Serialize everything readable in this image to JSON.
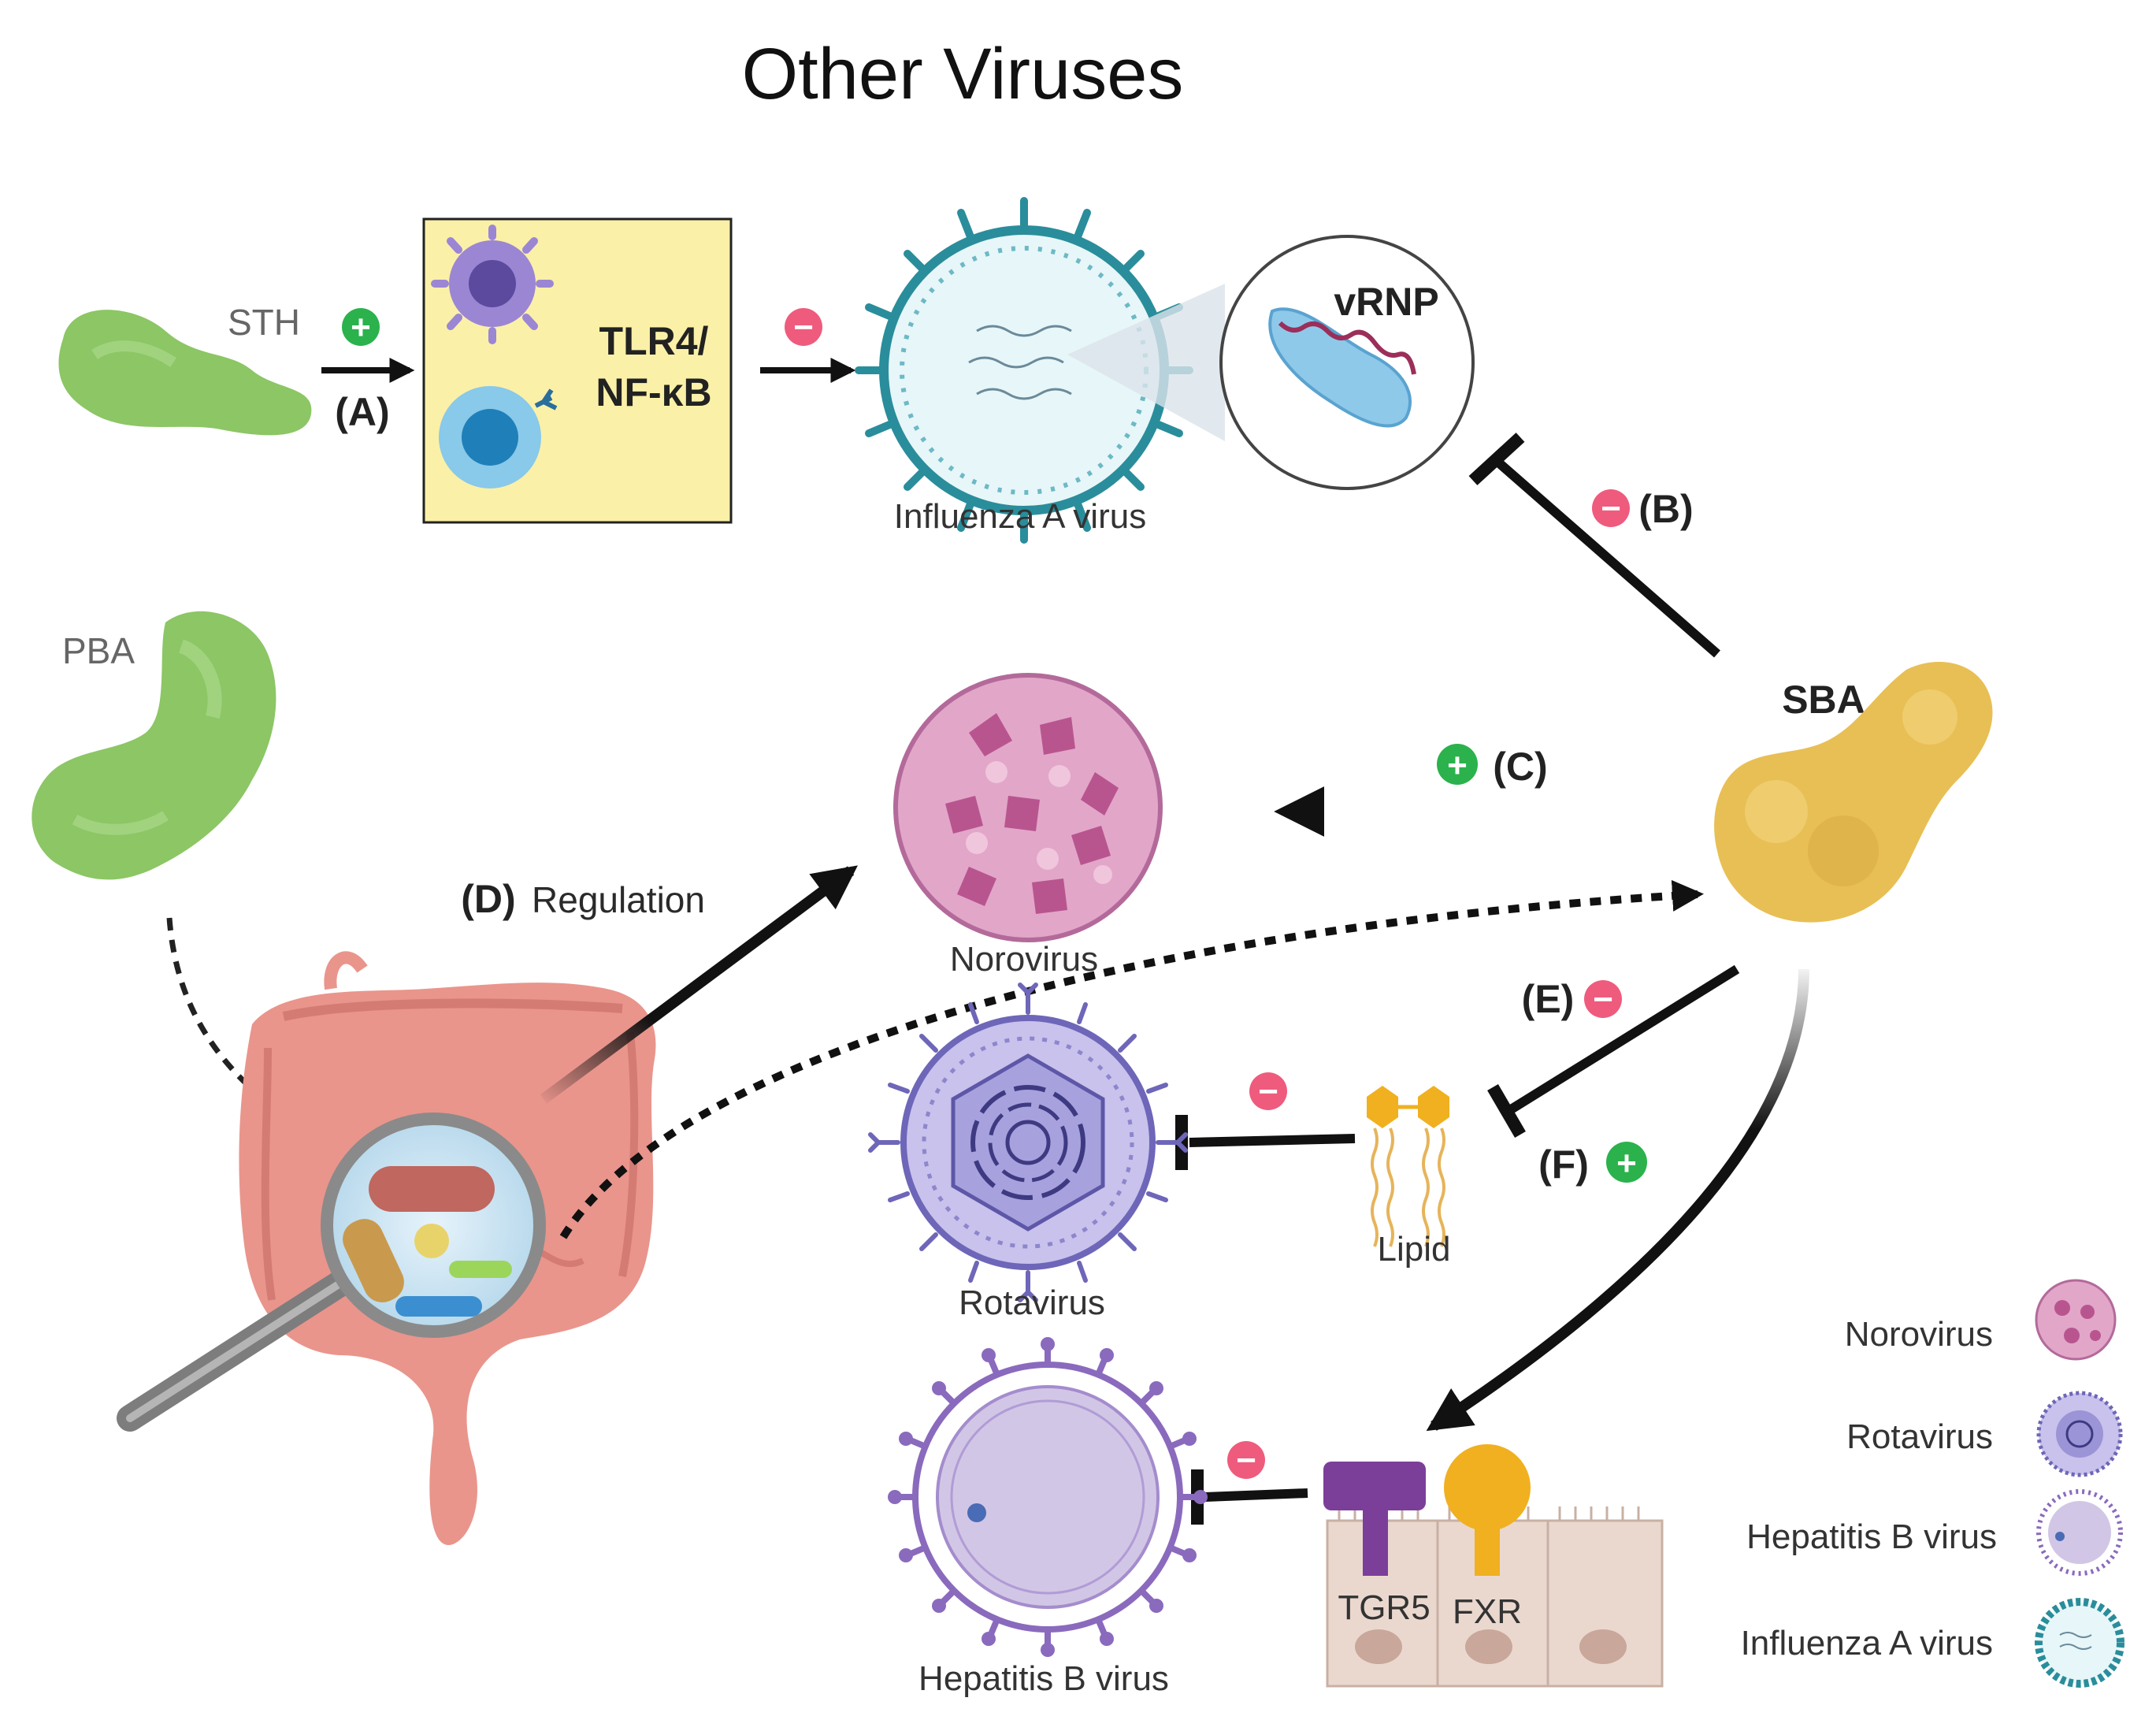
{
  "title": "Other Viruses",
  "labels": {
    "sth": "STH",
    "pba": "PBA",
    "sba": "SBA",
    "tlr4_line1": "TLR4/",
    "tlr4_line2": "NF-κB",
    "vrnp": "vRNP",
    "influenza": "Influenza A virus",
    "norovirus": "Norovirus",
    "rotavirus": "Rotavirus",
    "lipid": "Lipid",
    "hepatitis_b": "Hepatitis B virus",
    "tgr5": "TGR5",
    "fxr": "FXR",
    "regulation": "Regulation"
  },
  "annotations": {
    "a": "(A)",
    "b": "(B)",
    "c": "(C)",
    "d": "(D)",
    "e": "(E)",
    "f": "(F)"
  },
  "signs": {
    "plus": "+",
    "minus": "−"
  },
  "legend": {
    "items": [
      {
        "label": "Norovirus",
        "icon": "norovirus-icon"
      },
      {
        "label": "Rotavirus",
        "icon": "rotavirus-icon"
      },
      {
        "label": "Hepatitis B virus",
        "icon": "hepatitis-b-icon"
      },
      {
        "label": "Influenza A virus",
        "icon": "influenza-icon"
      }
    ]
  },
  "colors": {
    "plus": "#2bb24c",
    "minus": "#ef5b7d",
    "bacteria_green": "#8cc665",
    "sba_yellow": "#e8bf55",
    "panel_yellow": "#fbf0a8",
    "influenza_teal": "#2a8d9b",
    "norovirus_pink": "#c8609a",
    "rotavirus_purple": "#7d74c6",
    "hbv_purple": "#8a6abd",
    "gut_pink": "#e9958c"
  }
}
